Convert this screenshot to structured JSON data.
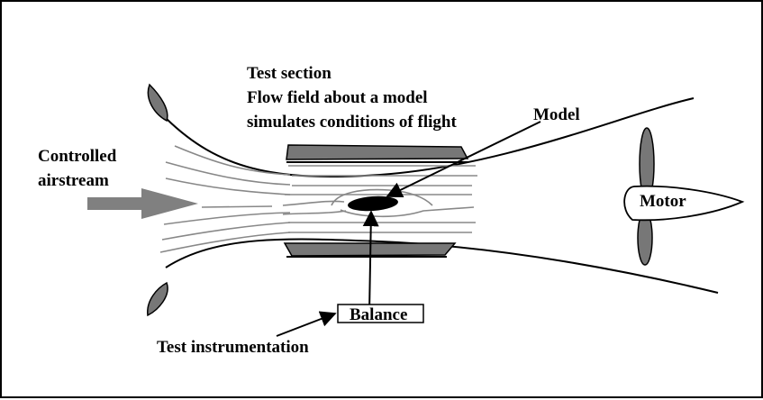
{
  "labels": {
    "test_section_line1": "Test section",
    "test_section_line2": "Flow field about a model",
    "test_section_line3": "simulates conditions of flight",
    "model": "Model",
    "controlled_line1": "Controlled",
    "controlled_line2": "airstream",
    "motor": "Motor",
    "balance": "Balance",
    "test_instrumentation": "Test instrumentation"
  },
  "colors": {
    "wall_fill": "#777777",
    "arrow_fill": "#808080",
    "streamline": "#808080",
    "outline": "#000000",
    "background": "#ffffff"
  }
}
